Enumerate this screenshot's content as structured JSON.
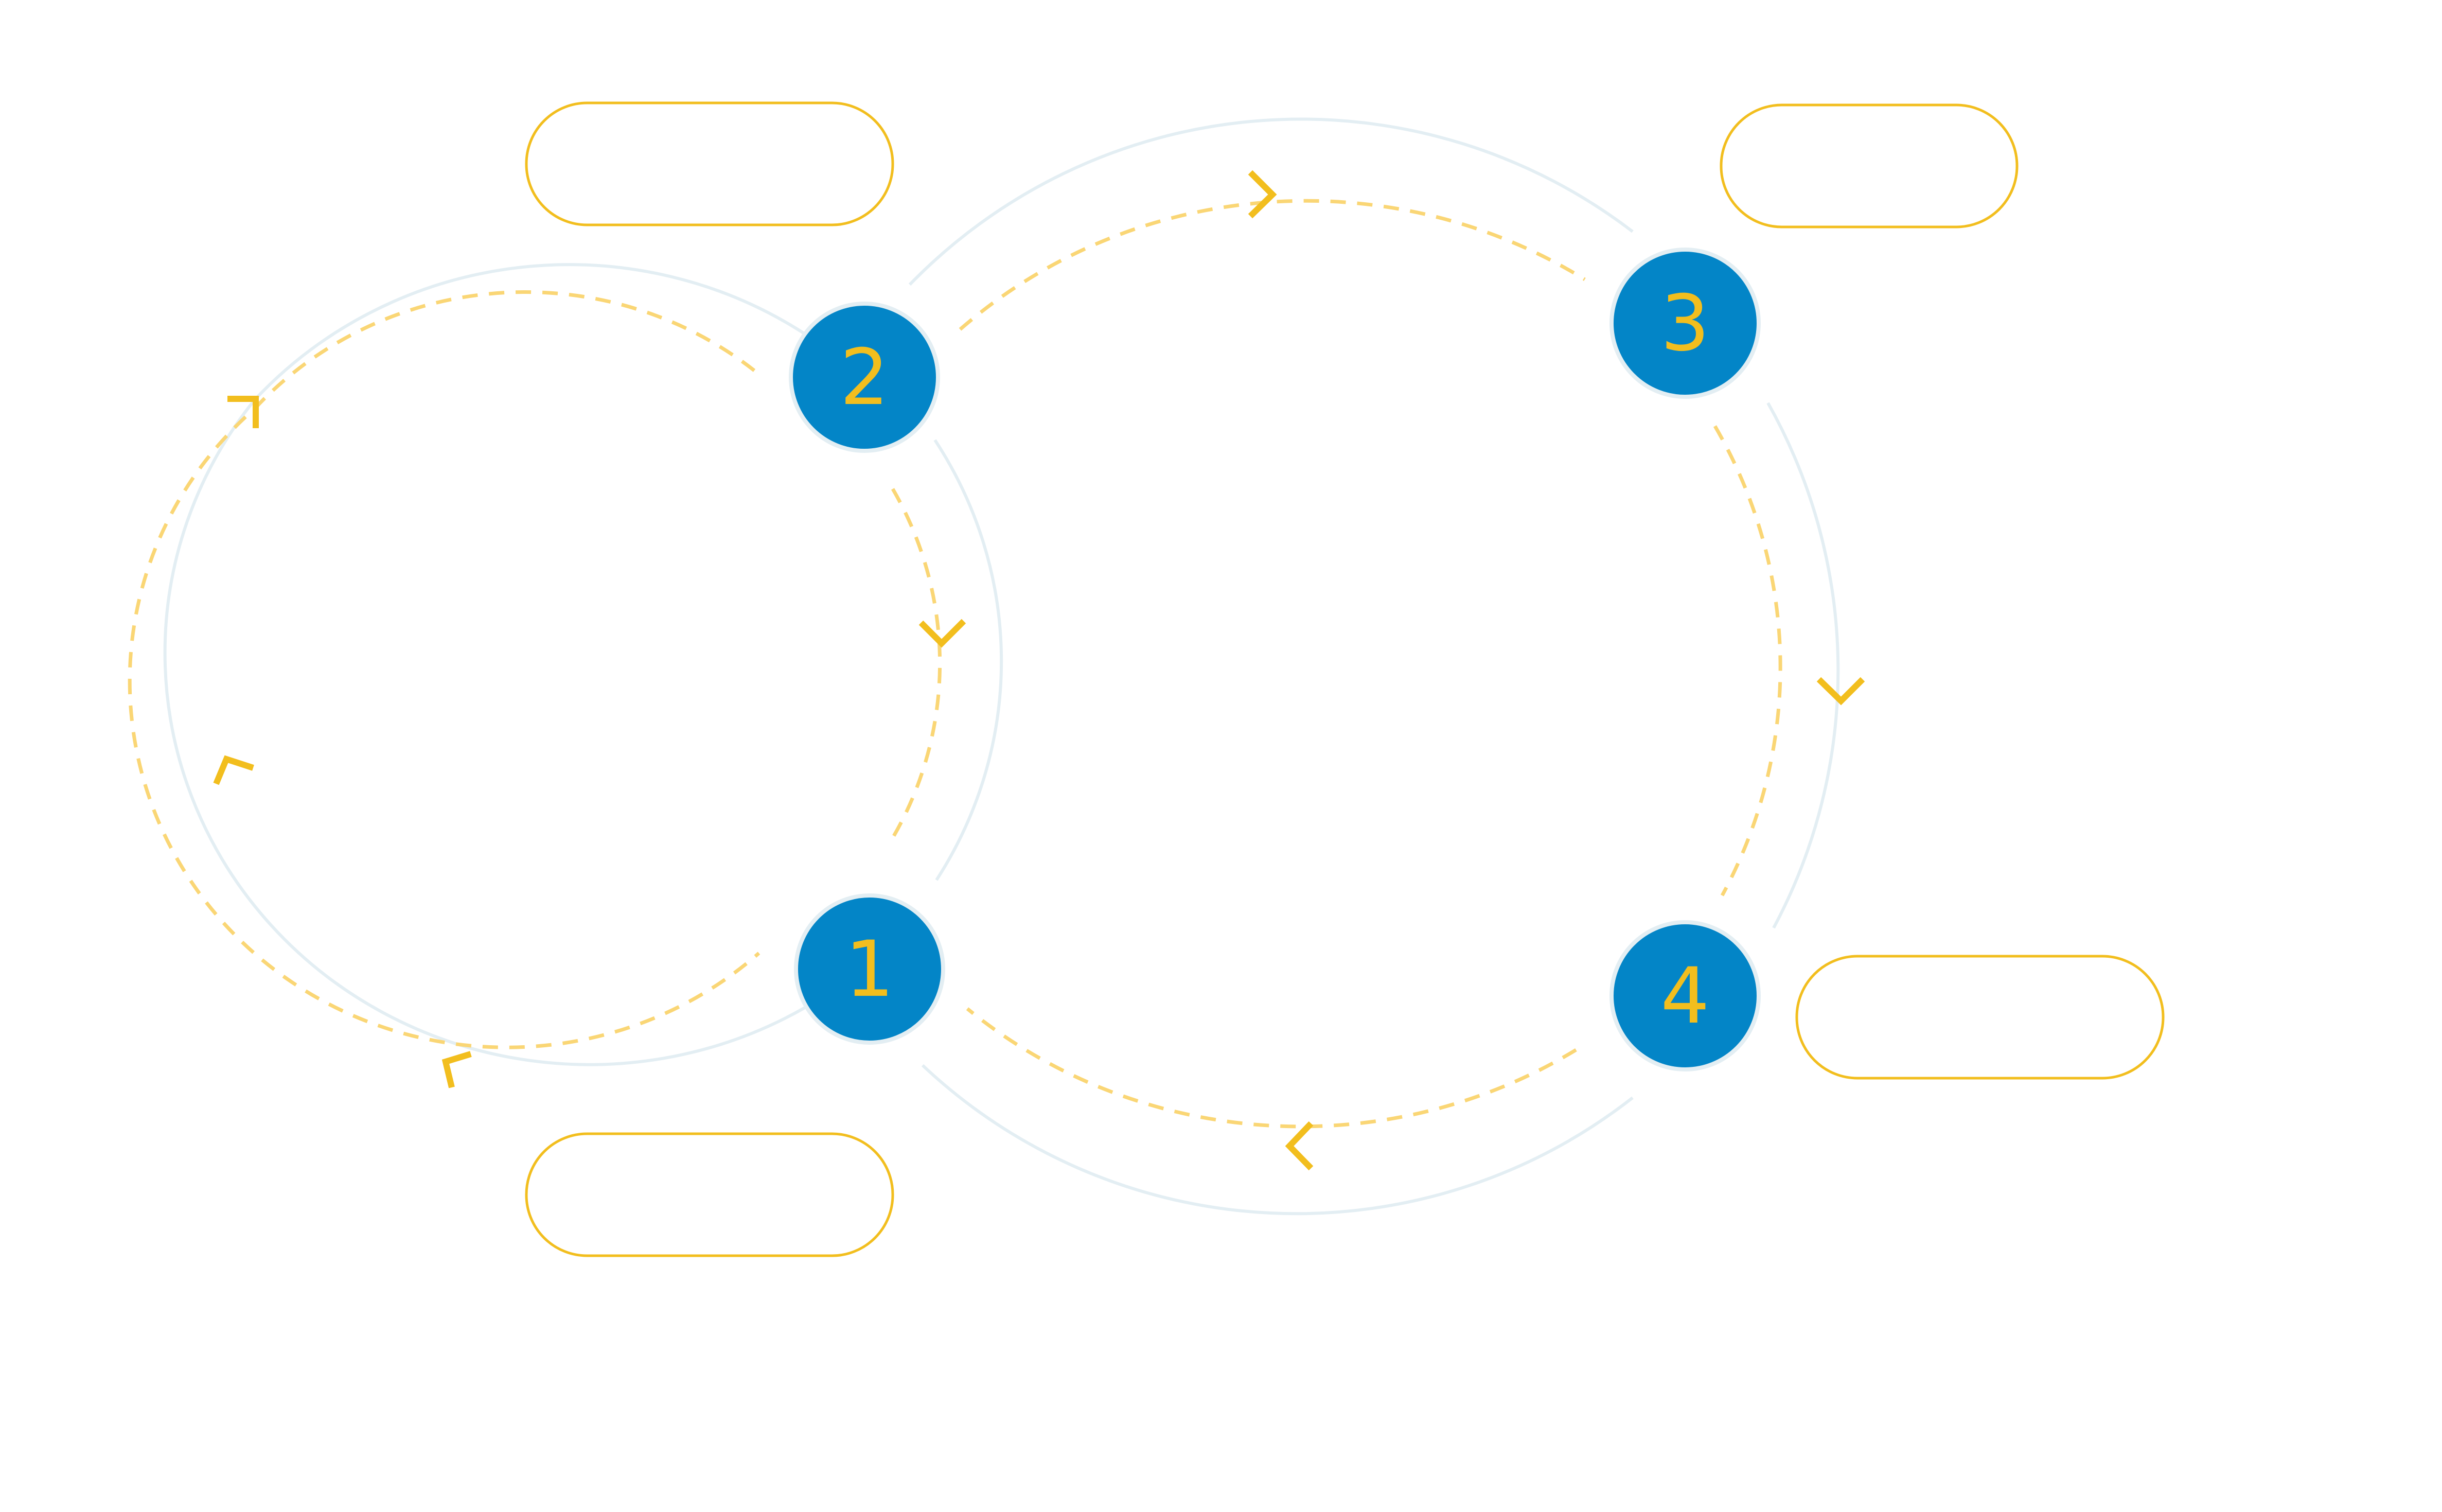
{
  "colors": {
    "background": "#ffffff",
    "node_fill": "#0385C7",
    "node_text": "#F2BE1E",
    "accent": "#F2BE1E",
    "dashed_path": "#FAD675",
    "ring": "#E3EEF3"
  },
  "nodes": [
    {
      "id": "1",
      "label": "1"
    },
    {
      "id": "2",
      "label": "2"
    },
    {
      "id": "3",
      "label": "3"
    },
    {
      "id": "4",
      "label": "4"
    }
  ],
  "label_boxes": [
    {
      "node": "1",
      "text": ""
    },
    {
      "node": "2",
      "text": ""
    },
    {
      "node": "3",
      "text": ""
    },
    {
      "node": "4",
      "text": ""
    }
  ],
  "icons": {
    "arrowhead": "chevron-arrow-icon"
  }
}
